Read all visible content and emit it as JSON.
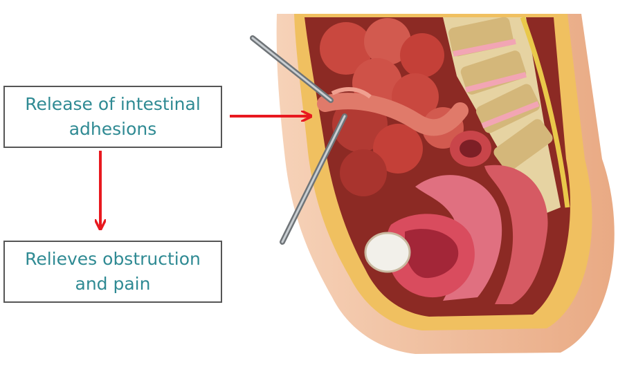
{
  "boxes": {
    "top": {
      "line1": "Release of intestinal",
      "line2": "adhesions"
    },
    "bottom": {
      "line1": "Relieves obstruction",
      "line2": "and pain"
    }
  },
  "colors": {
    "arrow": "#e8191f",
    "text": "#2f8a93",
    "box_border": "#555555",
    "skin": "#f2c2a2",
    "fat": "#f0c060",
    "intestine": "#c9483f",
    "spine": "#d8c290"
  },
  "icons": [
    "arrow-right-icon",
    "arrow-down-icon",
    "laparoscope-icon"
  ]
}
